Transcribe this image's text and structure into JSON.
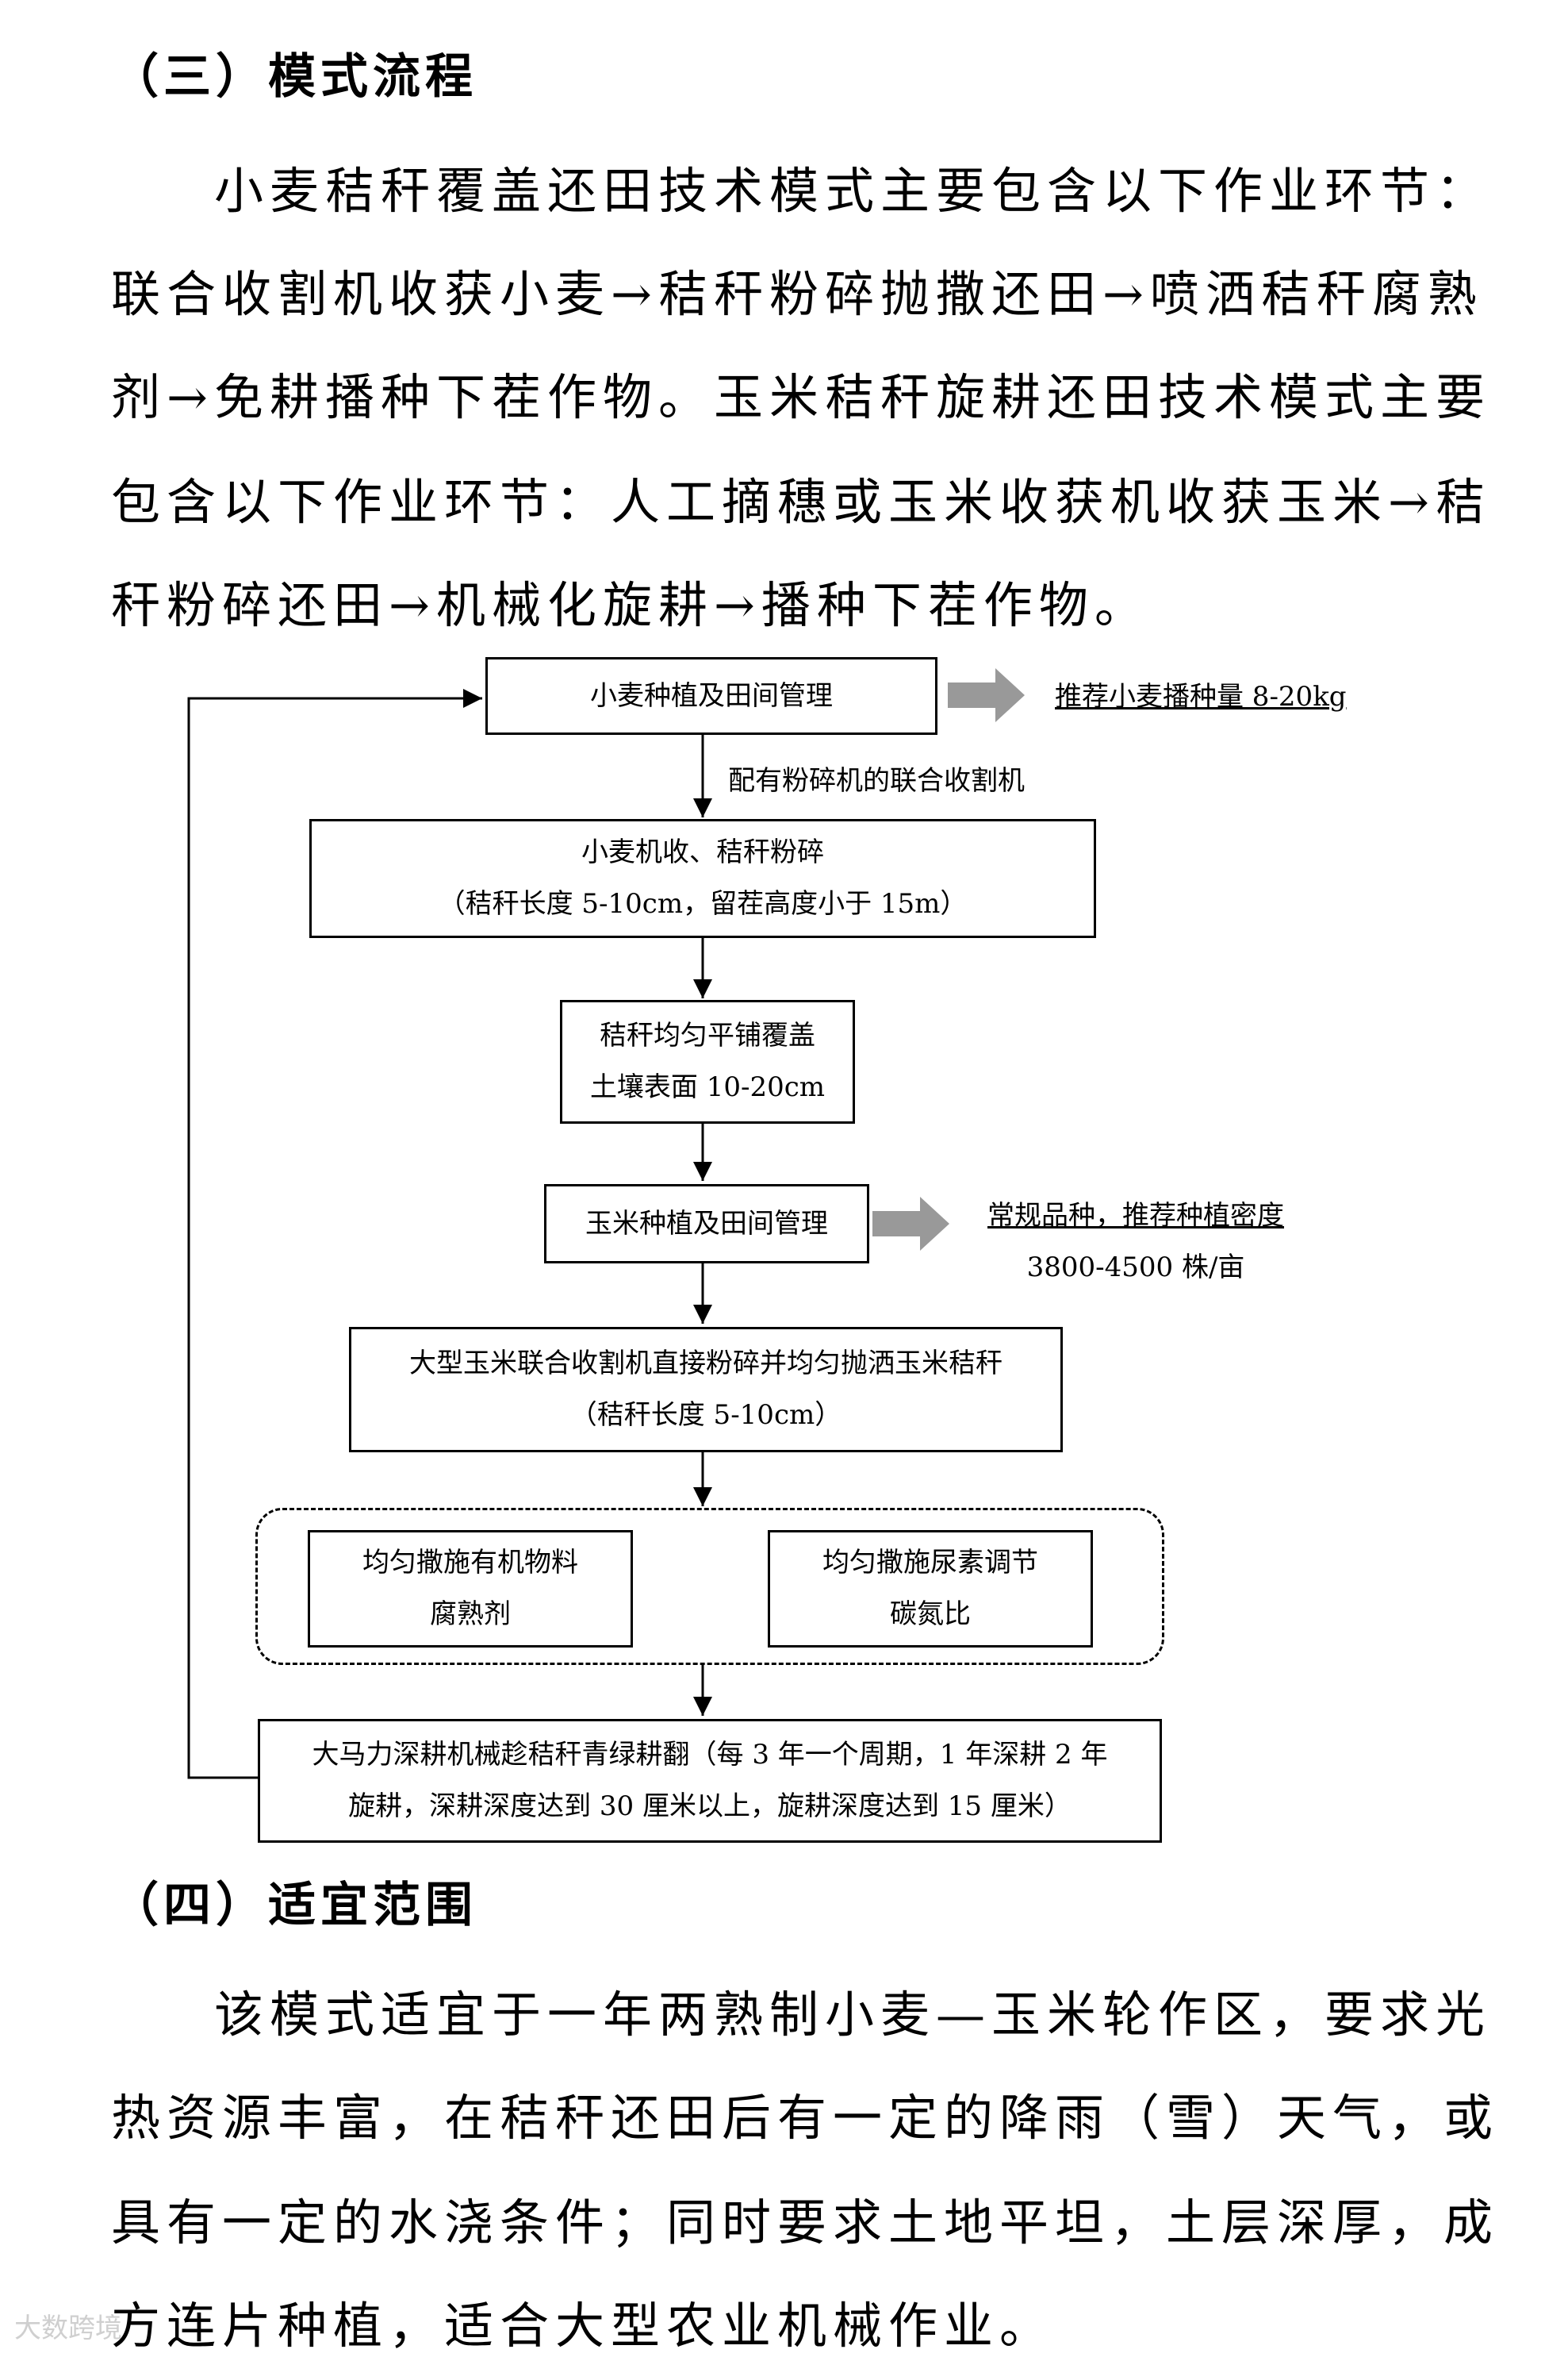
{
  "section3": {
    "heading": "（三）模式流程",
    "paragraph_lines": [
      "小麦秸秆覆盖还田技术模式主要包含以下作业环节：",
      "联合收割机收获小麦→秸秆粉碎抛撒还田→喷洒秸秆腐熟",
      "剂→免耕播种下茬作物。玉米秸秆旋耕还田技术模式主要",
      "包含以下作业环节：人工摘穗或玉米收获机收获玉米→秸",
      "秆粉碎还田→机械化旋耕→播种下茬作物。"
    ]
  },
  "flowchart": {
    "step1": "小麦种植及田间管理",
    "step1_note": "推荐小麦播种量 8-20kg",
    "edge_label": "配有粉碎机的联合收割机",
    "step2_line1": "小麦机收、秸秆粉碎",
    "step2_line2": "（秸秆长度 5-10cm，留茬高度小于 15m）",
    "step3_line1": "秸秆均匀平铺覆盖",
    "step3_line2": "土壤表面 10-20cm",
    "step4": "玉米种植及田间管理",
    "step4_note_line1": "常规品种，推荐种植密度",
    "step4_note_line2": "3800-4500 株/亩",
    "step5_line1": "大型玉米联合收割机直接粉碎并均匀抛洒玉米秸秆",
    "step5_line2": "（秸秆长度 5-10cm）",
    "step6a_line1": "均匀撒施有机物料",
    "step6a_line2": "腐熟剂",
    "step6b_line1": "均匀撒施尿素调节",
    "step6b_line2": "碳氮比",
    "step7_line1": "大马力深耕机械趁秸秆青绿耕翻（每 3 年一个周期，1 年深耕 2 年",
    "step7_line2": "旋耕，深耕深度达到 30 厘米以上，旋耕深度达到 15 厘米）"
  },
  "section4": {
    "heading": "（四）适宜范围",
    "paragraph_lines": [
      "该模式适宜于一年两熟制小麦—玉米轮作区，要求光",
      "热资源丰富，在秸秆还田后有一定的降雨（雪）天气，或",
      "具有一定的水浇条件；同时要求土地平坦，土层深厚，成",
      "方连片种植，适合大型农业机械作业。"
    ]
  },
  "watermark": "大数跨境"
}
